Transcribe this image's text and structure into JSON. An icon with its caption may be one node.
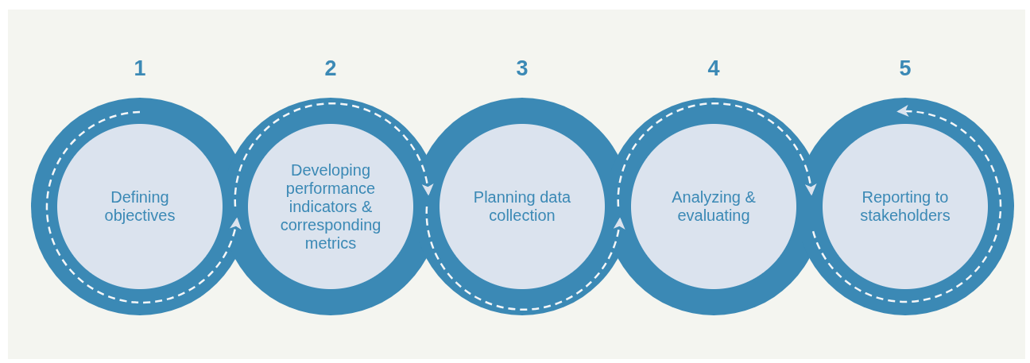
{
  "diagram": {
    "nodes": [
      {
        "text": [
          "Defining objectives"
        ],
        "beside": [
          "1"
        ]
      },
      {
        "text": [
          "Developing performance indicators & corresponding metrics"
        ],
        "beside": [
          "2"
        ]
      },
      {
        "text": [
          "Planning data collection"
        ],
        "beside": [
          "3"
        ]
      },
      {
        "text": [
          "Analyzing & evaluating"
        ],
        "beside": [
          "4"
        ]
      },
      {
        "text": [
          "Reporting to stakeholders"
        ],
        "beside": [
          "5"
        ]
      }
    ],
    "edges": [
      {
        "from": 0,
        "to": 1,
        "arrow": "to",
        "style": "dashed"
      },
      {
        "from": 1,
        "to": 2,
        "arrow": "to",
        "style": "dashed"
      },
      {
        "from": 2,
        "to": 3,
        "arrow": "to",
        "style": "dashed"
      },
      {
        "from": 3,
        "to": 4,
        "arrow": "to",
        "style": "dashed"
      },
      {
        "from": null,
        "to": 4,
        "arrow": "to",
        "style": "dashed"
      }
    ]
  }
}
